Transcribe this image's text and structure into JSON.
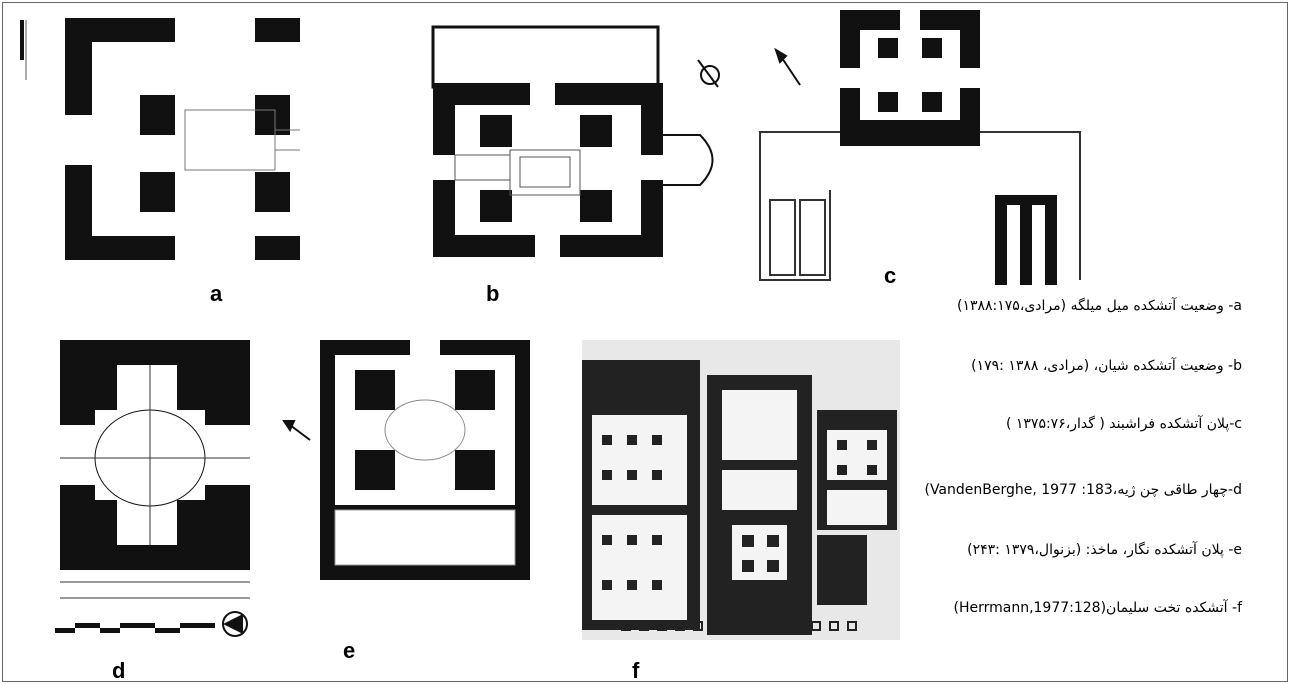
{
  "figures": [
    {
      "id": "a",
      "label": "a"
    },
    {
      "id": "b",
      "label": "b"
    },
    {
      "id": "c",
      "label": "c"
    },
    {
      "id": "d",
      "label": "d"
    },
    {
      "id": "e",
      "label": "e"
    },
    {
      "id": "f",
      "label": "f"
    }
  ],
  "captions": {
    "a": "a- وضعیت آتشکده میل میلگه (مرادی،۱۳۸۸:۱۷۵)",
    "b": "b- وضعیت آتشکده شیان، (مرادی، ۱۳۸۸ :۱۷۹)",
    "c": "c-پلان آتشکده فراشبند ( گدار،۱۳۷۵:۷۶ )",
    "d": "d-چهار طاقی چن ژیه،183: VandenBerghe, 1977)",
    "e": "e- پلان آتشکده نگار، ماخذ: (بزنوال،۱۳۷۹ :۲۴۳)",
    "f": "f- آتشکده تخت سلیمان(Herrmann,1977:128)"
  }
}
